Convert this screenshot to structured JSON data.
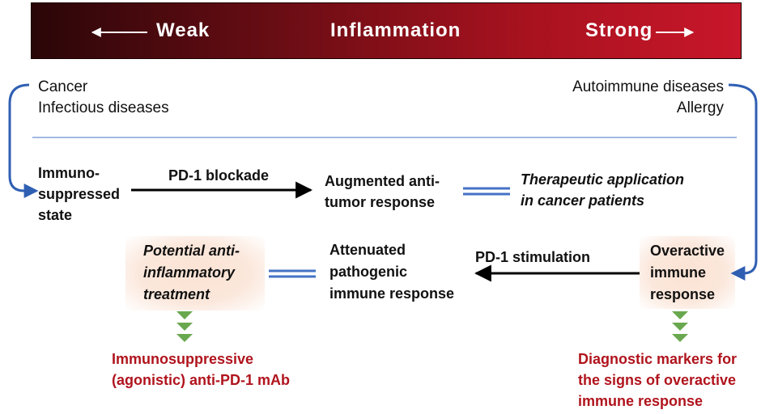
{
  "banner": {
    "weak": "Weak",
    "center": "Inflammation",
    "strong": "Strong"
  },
  "left_conditions": [
    "Cancer",
    "Infectious diseases"
  ],
  "right_conditions": [
    "Autoimmune diseases",
    "Allergy"
  ],
  "row1": {
    "state": [
      "Immuno-",
      "suppressed",
      "state"
    ],
    "arrow_label": "PD-1 blockade",
    "result": [
      "Augmented anti-",
      "tumor response"
    ],
    "application": [
      "Therapeutic application",
      "in cancer patients"
    ]
  },
  "row2": {
    "treatment": [
      "Potential anti-",
      "inflammatory",
      "treatment"
    ],
    "result": [
      "Attenuated",
      "pathogenic",
      "immune response"
    ],
    "arrow_label": "PD-1 stimulation",
    "state": [
      "Overactive",
      "immune",
      "response"
    ]
  },
  "outcome_left": [
    "Immunosuppressive",
    "(agonistic) anti-PD-1 mAb"
  ],
  "outcome_right": [
    "Diagnostic markers for",
    "the signs of overactive",
    "immune response"
  ],
  "colors": {
    "banner_dark": "#2a0608",
    "banner_light": "#c8172a",
    "connector_blue": "#2f5fb3",
    "equals_blue": "#4472c4",
    "triangle_green": "#6aa84f",
    "outcome_red": "#b0141d",
    "glow": "#fbe3d4"
  },
  "icons": [
    "arrow-left-icon",
    "arrow-right-icon",
    "green-triangle-icon"
  ]
}
